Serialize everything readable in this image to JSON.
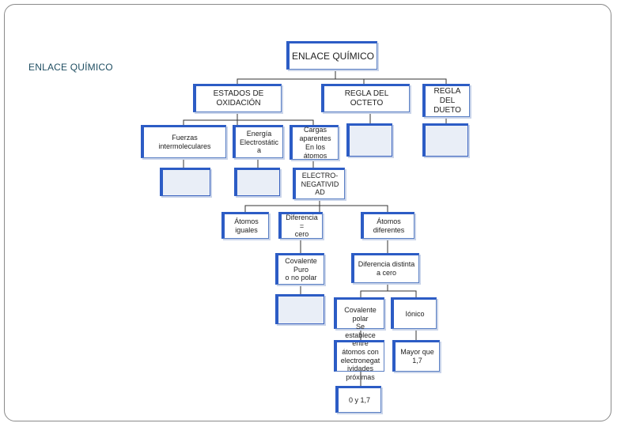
{
  "side_title": "ENLACE QUÍMICO",
  "nodes": {
    "root": "ENLACE QUÍMICO",
    "estados": "ESTADOS DE\nOXIDACIÓN",
    "octeto": "REGLA DEL\nOCTETO",
    "dueto": "REGLA\nDEL\nDUETO",
    "fuerzas": "Fuerzas\nintermoleculares",
    "energia": "Energía\nElectrostátic\na",
    "cargas": "Cargas\naparentes\nEn los\nátomos",
    "electro": "ELECTRO-\nNEGATIVID\nAD",
    "atomos_iguales": "Átomos\niguales",
    "diferencia_cero": "Diferencia =\ncero",
    "atomos_diferentes": "Átomos\ndiferentes",
    "covalente_puro": "Covalente\nPuro\no no polar",
    "diferencia_distinta": "Diferencia distinta\na cero",
    "covalente_polar": "Covalente\npolar\nSe\nestablece\nentre\nátomos con\nelectronegat\nividades\npróximas",
    "ionico": "Iónico",
    "mayor_que": "Mayor que\n1,7",
    "rango": "0 y 1,7"
  }
}
